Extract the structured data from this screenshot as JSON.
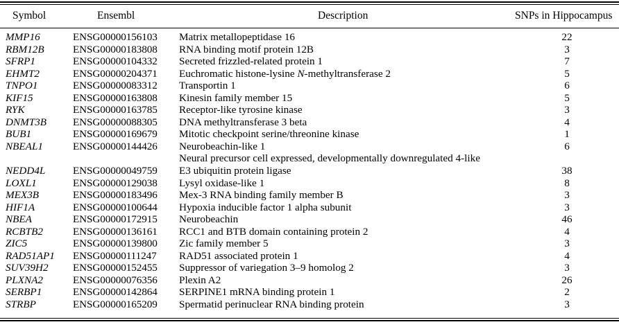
{
  "table": {
    "columns": {
      "symbol": "Symbol",
      "ensembl": "Ensembl",
      "description": "Description",
      "snps": "SNPs in Hippocampus"
    },
    "rows": [
      {
        "symbol": "MMP16",
        "ensembl": "ENSG00000156103",
        "description": "Matrix metallopeptidase 16",
        "snps": "22"
      },
      {
        "symbol": "RBM12B",
        "ensembl": "ENSG00000183808",
        "description": "RNA binding motif protein 12B",
        "snps": "3"
      },
      {
        "symbol": "SFRP1",
        "ensembl": "ENSG00000104332",
        "description": "Secreted frizzled-related protein 1",
        "snps": "7"
      },
      {
        "symbol": "EHMT2",
        "ensembl": "ENSG00000204371",
        "description_pre": "Euchromatic histone-lysine ",
        "description_italic": "N",
        "description_post": "-methyltransferase 2",
        "description": "Euchromatic histone-lysine N-methyltransferase 2",
        "snps": "5"
      },
      {
        "symbol": "TNPO1",
        "ensembl": "ENSG00000083312",
        "description": "Transportin 1",
        "snps": "6"
      },
      {
        "symbol": "KIF15",
        "ensembl": "ENSG00000163808",
        "description": "Kinesin family member 15",
        "snps": "5"
      },
      {
        "symbol": "RYK",
        "ensembl": "ENSG00000163785",
        "description": "Receptor-like tyrosine kinase",
        "snps": "3"
      },
      {
        "symbol": "DNMT3B",
        "ensembl": "ENSG00000088305",
        "description": "DNA methyltransferase 3 beta",
        "snps": "4"
      },
      {
        "symbol": "BUB1",
        "ensembl": "ENSG00000169679",
        "description": "Mitotic checkpoint serine/threonine kinase",
        "snps": "1"
      },
      {
        "symbol": "NBEAL1",
        "ensembl": "ENSG00000144426",
        "description": "Neurobeachin-like 1",
        "snps": "6"
      },
      {
        "continuation": true,
        "description": "Neural precursor cell expressed, developmentally downregulated 4-like"
      },
      {
        "symbol": "NEDD4L",
        "ensembl": "ENSG00000049759",
        "description": "E3 ubiquitin protein ligase",
        "snps": "38"
      },
      {
        "symbol": "LOXL1",
        "ensembl": "ENSG00000129038",
        "description": "Lysyl oxidase-like 1",
        "snps": "8"
      },
      {
        "symbol": "MEX3B",
        "ensembl": "ENSG00000183496",
        "description": "Mex-3 RNA binding family member B",
        "snps": "3"
      },
      {
        "symbol": "HIF1A",
        "ensembl": "ENSG00000100644",
        "description": "Hypoxia inducible factor 1 alpha subunit",
        "snps": "3"
      },
      {
        "symbol": "NBEA",
        "ensembl": "ENSG00000172915",
        "description": "Neurobeachin",
        "snps": "46"
      },
      {
        "symbol": "RCBTB2",
        "ensembl": "ENSG00000136161",
        "description": "RCC1 and BTB domain containing protein 2",
        "snps": "4"
      },
      {
        "symbol": "ZIC5",
        "ensembl": "ENSG00000139800",
        "description": "Zic family member 5",
        "snps": "3"
      },
      {
        "symbol": "RAD51AP1",
        "ensembl": "ENSG00000111247",
        "description": "RAD51 associated protein 1",
        "snps": "4"
      },
      {
        "symbol": "SUV39H2",
        "ensembl": "ENSG00000152455",
        "description": "Suppressor of variegation 3–9 homolog 2",
        "snps": "3"
      },
      {
        "symbol": "PLXNA2",
        "ensembl": "ENSG00000076356",
        "description": "Plexin A2",
        "snps": "26"
      },
      {
        "symbol": "SERBP1",
        "ensembl": "ENSG00000142864",
        "description": "SERPINE1 mRNA binding protein 1",
        "snps": "2"
      },
      {
        "symbol": "STRBP",
        "ensembl": "ENSG00000165209",
        "description": "Spermatid perinuclear RNA binding protein",
        "snps": "3"
      }
    ]
  }
}
